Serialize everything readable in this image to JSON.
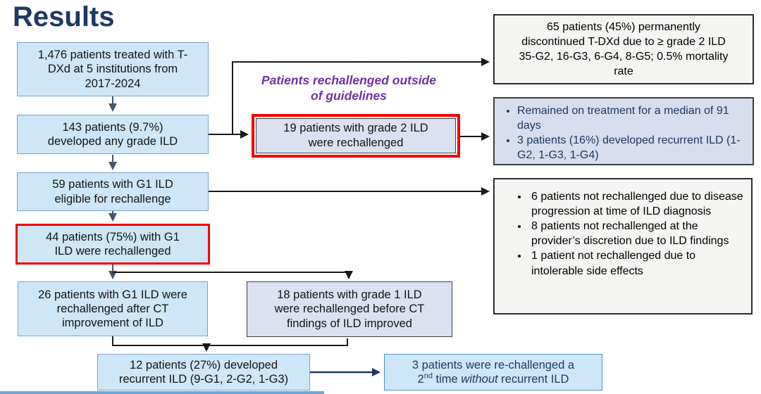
{
  "title": "Results",
  "colors": {
    "title_navy": "#1f3864",
    "light_blue_fill": "#cde7f8",
    "light_blue_border": "#74a3cc",
    "lavender_fill": "#dbe1f0",
    "periwinkle_fill": "#d7ddee",
    "gray_panel_fill": "#f4f4f2",
    "highlight_red": "#f40000",
    "purple_label": "#7030a0",
    "slate_arrow": "#44546a",
    "black_line": "#1a1a1a",
    "navy_arrow": "#203864"
  },
  "flow": {
    "box_total": {
      "text": "1,476 patients treated with T-\nDXd at 5 institutions from\n2017-2024"
    },
    "box_any_grade": {
      "text": "143 patients (9.7%)\ndeveloped any grade ILD"
    },
    "box_g1_eligible": {
      "text": "59 patients with G1 ILD\neligible for rechallenge"
    },
    "box_g1_rechallenged": {
      "text": "44 patients (75%) with G1\nILD were rechallenged"
    },
    "box_after_ct": {
      "text": "26 patients with G1 ILD were\nrechallenged after CT\nimprovement of ILD"
    },
    "box_recurrent": {
      "text": "12 patients (27%) developed\nrecurrent ILD (9-G1, 2-G2, 1-G3)"
    },
    "box_grade2_rechallenged": {
      "text": "19 patients with grade 2 ILD\nwere rechallenged"
    },
    "box_before_ct": {
      "text": "18 patients with grade 1 ILD\nwere rechallenged before CT\nfindings of ILD improved"
    }
  },
  "labels": {
    "outside_guidelines": "Patients rechallenged outside\nof guidelines"
  },
  "right_panels": {
    "discontinued": {
      "text": "65 patients (45%) permanently\ndiscontinued T-DXd due to ≥ grade 2 ILD\n35-G2, 16-G3, 6-G4, 8-G5; 0.5% mortality\nrate"
    },
    "rechallenge_outcome": {
      "bullets": [
        "Remained on treatment for a median of 91 days",
        "3 patients (16%) developed recurrent ILD (1-G2, 1-G3, 1-G4)"
      ]
    },
    "not_rechallenged": {
      "bullets": [
        "6 patients not rechallenged due to disease progression at time of ILD diagnosis",
        "8 patients not rechallenged at the provider’s discretion due to ILD findings",
        "1 patient not rechallenged due to intolerable side effects"
      ]
    }
  },
  "second_rechallenge": {
    "part1": "3 patients were re-challenged a\n2",
    "sup": "nd",
    "part2": " time ",
    "italic_word": "without",
    "part3": " recurrent ILD"
  }
}
